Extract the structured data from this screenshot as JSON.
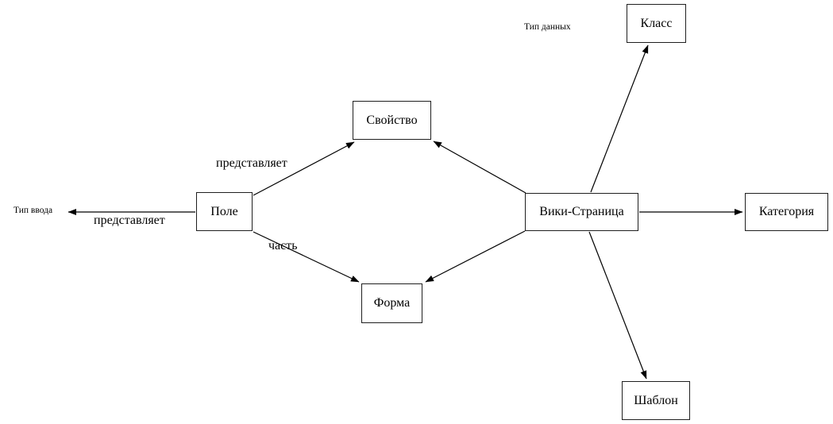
{
  "diagram": {
    "nodes": {
      "class": {
        "label": "Класс"
      },
      "property": {
        "label": "Свойство"
      },
      "field": {
        "label": "Поле"
      },
      "wiki_page": {
        "label": "Вики-Страница"
      },
      "category": {
        "label": "Категория"
      },
      "form": {
        "label": "Форма"
      },
      "template": {
        "label": "Шаблон"
      }
    },
    "floating_labels": {
      "data_type": "Тип данных",
      "input_type": "Тип ввода"
    },
    "edge_labels": {
      "represents_upper": "представляет",
      "represents_lower": "представляет",
      "part": "часть"
    },
    "edges": [
      {
        "from": "Поле",
        "to": "Тип ввода",
        "label": "представляет"
      },
      {
        "from": "Поле",
        "to": "Свойство",
        "label": "представляет"
      },
      {
        "from": "Поле",
        "to": "Форма",
        "label": "часть"
      },
      {
        "from": "Вики-Страница",
        "to": "Свойство",
        "label": ""
      },
      {
        "from": "Вики-Страница",
        "to": "Форма",
        "label": ""
      },
      {
        "from": "Вики-Страница",
        "to": "Класс",
        "label": ""
      },
      {
        "from": "Вики-Страница",
        "to": "Категория",
        "label": ""
      },
      {
        "from": "Вики-Страница",
        "to": "Шаблон",
        "label": ""
      }
    ],
    "colors": {
      "background": "#ffffff",
      "line": "#000000",
      "box_border": "#1f1f1f",
      "text": "#000000"
    }
  }
}
